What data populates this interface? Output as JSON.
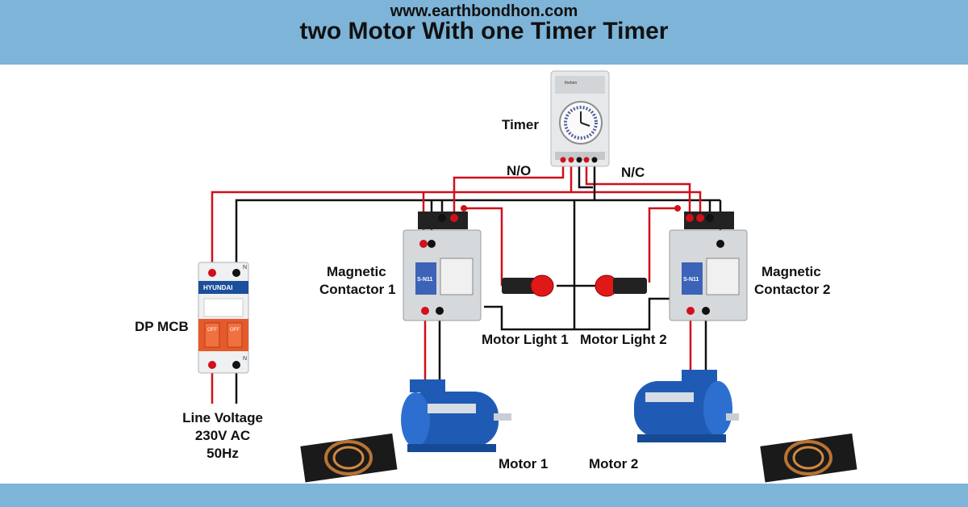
{
  "header": {
    "title": "two Motor With one Timer Timer"
  },
  "labels": {
    "timer": "Timer",
    "no": "N/O",
    "nc": "N/C",
    "contactor1_line1": "Magnetic",
    "contactor1_line2": "Contactor 1",
    "contactor2_line1": "Magnetic",
    "contactor2_line2": "Contactor 2",
    "mcb": "DP MCB",
    "light1": "Motor Light 1",
    "light2": "Motor Light 2",
    "line_voltage_1": "Line Voltage",
    "line_voltage_2": "230V AC",
    "line_voltage_3": "50Hz",
    "motor1": "Motor 1",
    "motor2": "Motor 2"
  },
  "device_text": {
    "mcb_brand": "HYUNDAI",
    "mcb_off_left": "OFF",
    "mcb_off_right": "OFF",
    "mcb_n": "N",
    "mcb_n_bottom": "N",
    "timer_brand": "theben",
    "contactor1_model": "S-N11",
    "contactor2_model": "S-N11"
  },
  "colors": {
    "live": "#d0101a",
    "neutral": "#111111",
    "banner": "#7db4d8",
    "motor": "#1f5bb5"
  },
  "footer": {
    "url": "www.earthbondhon.com"
  }
}
